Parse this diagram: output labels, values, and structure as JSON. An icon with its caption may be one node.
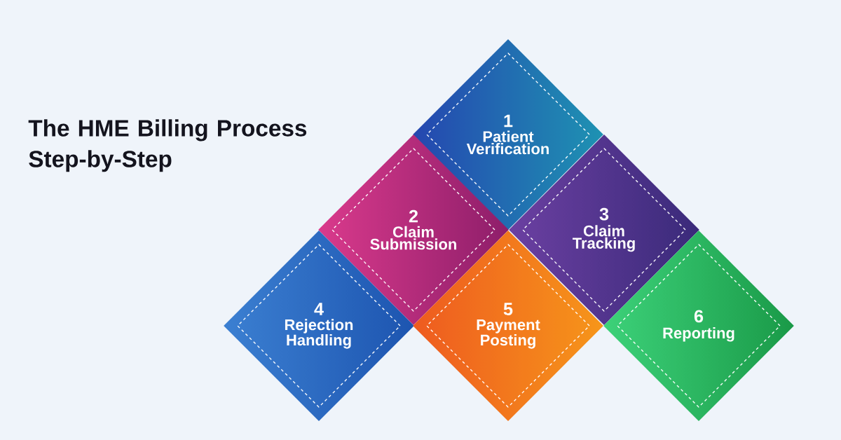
{
  "diagram": {
    "title": "The HME Billing Process Step-by-Step",
    "nodes": [
      {
        "text": [
          "1",
          "Patient Verification"
        ]
      },
      {
        "text": [
          "2",
          "Claim Submission"
        ]
      },
      {
        "text": [
          "3",
          "Claim Tracking"
        ]
      },
      {
        "text": [
          "4",
          "Rejection Handling"
        ]
      },
      {
        "text": [
          "5",
          "Payment Posting"
        ]
      },
      {
        "text": [
          "6",
          "Reporting"
        ]
      }
    ]
  }
}
